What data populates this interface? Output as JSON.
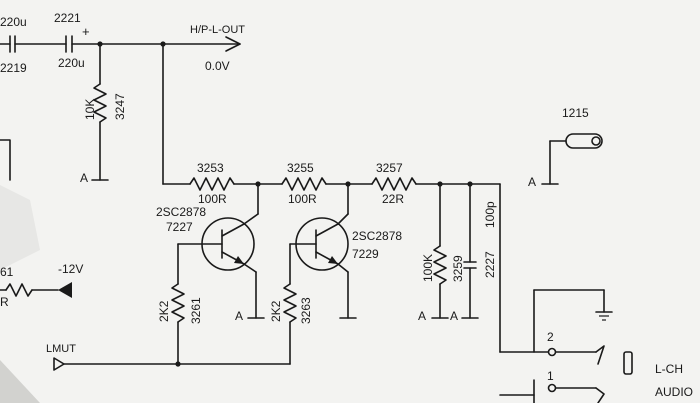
{
  "labels": {
    "cap_2221": "2221",
    "plus_sign": "+",
    "cap_2221_value": "220u",
    "left_cap_top": "220u",
    "left_cap_ref": "2219",
    "out_net": "H/P-L-OUT",
    "out_voltage": "0.0V",
    "r3247_value": "10K",
    "r3247_ref": "3247",
    "ground_a": "A",
    "r3253_ref": "3253",
    "r3253_value": "100R",
    "r3255_ref": "3255",
    "r3255_value": "100R",
    "r3257_ref": "3257",
    "r3257_value": "22R",
    "q7227_type": "2SC2878",
    "q7227_ref": "7227",
    "q7229_type": "2SC2878",
    "q7229_ref": "7229",
    "r3259_value": "100K",
    "r3259_ref": "3259",
    "c2227_ref": "2227",
    "c2227_value": "100p",
    "r3261_value": "2K2",
    "r3261_ref": "3261",
    "r3263_value": "2K2",
    "r3263_ref": "3263",
    "supply": "-12V",
    "left_ref_partial": "61",
    "left_value_partial": "R",
    "mute_net": "LMUT",
    "jack_ref": "1215",
    "pin_2": "2",
    "pin_1": "1",
    "channel_label": "L-CH",
    "audio_label": "AUDIO"
  }
}
